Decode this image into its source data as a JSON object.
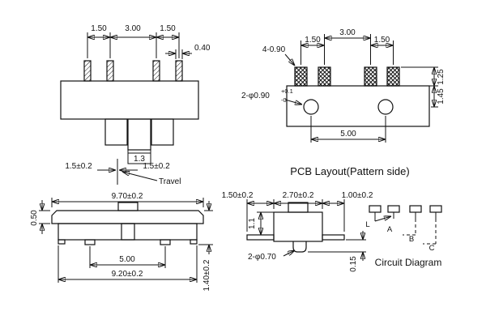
{
  "drawing": {
    "pcb_title": "PCB Layout(Pattern side)",
    "circuit_title": "Circuit Diagram"
  },
  "front_view": {
    "pitch_left": "1.50",
    "pitch_mid": "3.00",
    "pitch_right": "1.50",
    "pin_width": "0.40",
    "knob_width": "1.3",
    "travel_left": "1.5±0.2",
    "travel_right": "1.5±0.2",
    "travel_label": "Travel"
  },
  "pcb_layout": {
    "pad_spec": "4-0.90",
    "pitch_left": "1.50",
    "pitch_mid": "3.00",
    "pitch_right": "1.50",
    "pad_height": "1.25",
    "hole_offset": "1.45",
    "hole_pitch": "5.00",
    "hole_spec": "2-φ0.90",
    "hole_tol_upper": "+0.1",
    "hole_tol_lower": "-0"
  },
  "side_view": {
    "overall_width": "9.70±0.2",
    "cover_height": "0.50",
    "foot_pitch": "5.00",
    "base_width": "9.20±0.2",
    "overall_height": "1.40±0.2"
  },
  "end_view": {
    "left_pin": "1.50±0.2",
    "body_width": "2.70±0.2",
    "right_pin": "1.00±0.2",
    "body_height": "1.1",
    "lug_spec": "2-φ0.70",
    "standoff": "0.15"
  },
  "circuit": {
    "terminal_l": "L",
    "terminal_a": "A",
    "terminal_b": "B",
    "terminal_c": "C"
  }
}
